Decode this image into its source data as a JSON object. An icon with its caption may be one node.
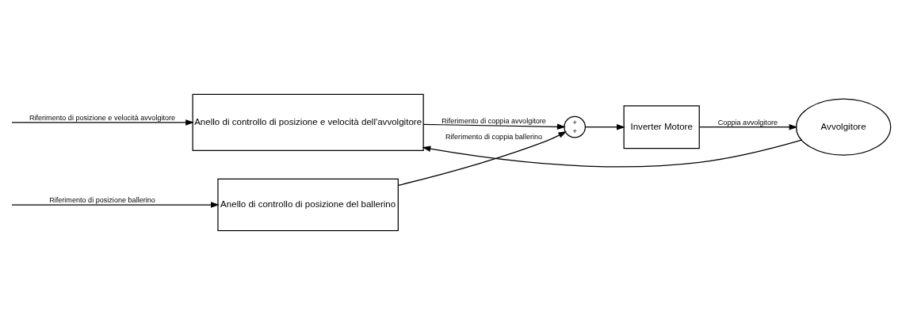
{
  "diagram": {
    "nodes": [
      {
        "text": [
          "Anello di controllo di posizione del ballerino"
        ]
      },
      {
        "text": [
          "Anello di controllo di posizione e velocità dell'avvolgitore"
        ]
      },
      {
        "text": [
          "+",
          "+"
        ]
      },
      {
        "text": [
          "Inverter Motore"
        ]
      },
      {
        "text": [
          "Avvolgitore"
        ]
      }
    ],
    "edges": [
      {
        "from": null,
        "to": 0,
        "arrow": "to",
        "label": "Riferimento di posizione ballerino"
      },
      {
        "from": null,
        "to": 1,
        "arrow": "to",
        "label": "Riferimento di posizione e velocità avvolgitore"
      },
      {
        "from": 0,
        "to": 2,
        "arrow": "to",
        "label": "Riferimento di coppia ballerino"
      },
      {
        "from": 1,
        "to": 2,
        "arrow": "to",
        "label": "Riferimento di coppia avvolgitore"
      },
      {
        "from": 2,
        "to": 3,
        "arrow": "to"
      },
      {
        "from": 3,
        "to": 4,
        "arrow": "to",
        "label": "Coppia avvolgitore"
      },
      {
        "from": 4,
        "to": 1,
        "arrow": "to"
      }
    ]
  }
}
